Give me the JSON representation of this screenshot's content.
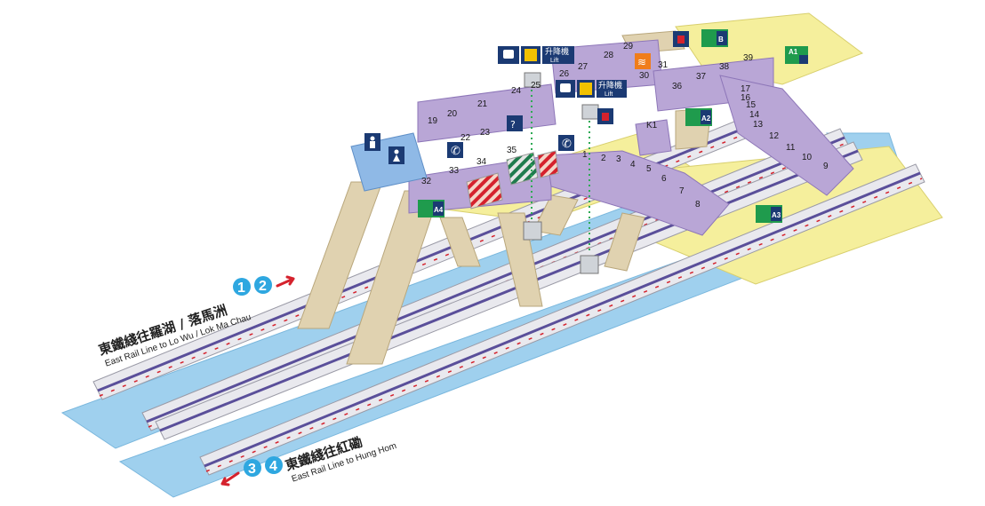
{
  "lines": {
    "north": {
      "cn": "東鐵綫往羅湖 / 落馬洲",
      "en": "East Rail Line to Lo Wu / Lok Ma Chau",
      "platforms": [
        "1",
        "2"
      ]
    },
    "south": {
      "cn": "東鐵綫往紅磡",
      "en": "East Rail Line to Hung Hom",
      "platforms": [
        "3",
        "4"
      ]
    }
  },
  "lift_signs": [
    {
      "cn": "升降機",
      "en": "Lift"
    },
    {
      "cn": "升降機",
      "en": "Lift"
    }
  ],
  "exits": [
    "A1",
    "A2",
    "A3",
    "A4",
    "B"
  ],
  "shop_numbers": [
    "1",
    "2",
    "3",
    "4",
    "5",
    "6",
    "7",
    "8",
    "9",
    "10",
    "11",
    "12",
    "13",
    "14",
    "15",
    "16",
    "17",
    "19",
    "20",
    "21",
    "22",
    "23",
    "24",
    "25",
    "26",
    "27",
    "28",
    "29",
    "30",
    "31",
    "32",
    "33",
    "34",
    "35",
    "36",
    "37",
    "38",
    "39",
    "K1"
  ],
  "icons": [
    "toilet-male-icon",
    "toilet-female-icon",
    "telephone-icon",
    "wifi-icon",
    "lift-icon",
    "train-icon",
    "customer-service-icon",
    "exit-icon",
    "arrow-icon"
  ],
  "colors": {
    "concourse": "#b9a6d6",
    "floor": "#f5ef9c",
    "platform": "#9fd0ee",
    "stair": "#e0d2b0",
    "exit_sign": "#1f9b4d",
    "icon_navy": "#1b3a73",
    "platform_badge": "#2ea7e0",
    "arrow": "#d5222d"
  }
}
